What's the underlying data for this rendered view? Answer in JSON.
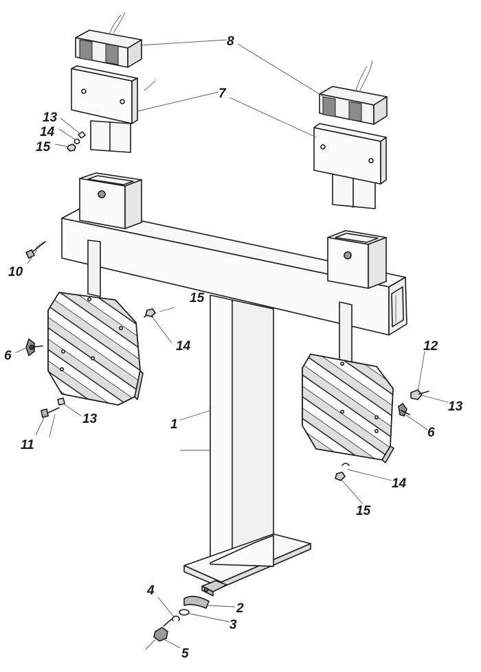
{
  "figure": {
    "callouts": [
      {
        "id": "c1",
        "text": "1"
      },
      {
        "id": "c2",
        "text": "2"
      },
      {
        "id": "c3",
        "text": "3"
      },
      {
        "id": "c4",
        "text": "4"
      },
      {
        "id": "c5",
        "text": "5"
      },
      {
        "id": "c6a",
        "text": "6"
      },
      {
        "id": "c6b",
        "text": "6"
      },
      {
        "id": "c7",
        "text": "7"
      },
      {
        "id": "c8",
        "text": "8"
      },
      {
        "id": "c10",
        "text": "10"
      },
      {
        "id": "c11",
        "text": "11"
      },
      {
        "id": "c12",
        "text": "12"
      },
      {
        "id": "c13a",
        "text": "13"
      },
      {
        "id": "c13b",
        "text": "13"
      },
      {
        "id": "c13c",
        "text": "13"
      },
      {
        "id": "c14a",
        "text": "14"
      },
      {
        "id": "c14b",
        "text": "14"
      },
      {
        "id": "c14c",
        "text": "14"
      },
      {
        "id": "c15a",
        "text": "15"
      },
      {
        "id": "c15b",
        "text": "15"
      },
      {
        "id": "c15c",
        "text": "15"
      }
    ],
    "colors": {
      "ink": "#1a1a1a",
      "paper": "#ffffff",
      "steel": "#f7f7f7",
      "pad": "#e6e6e6",
      "sensor_band": "#8a8a8a"
    }
  }
}
